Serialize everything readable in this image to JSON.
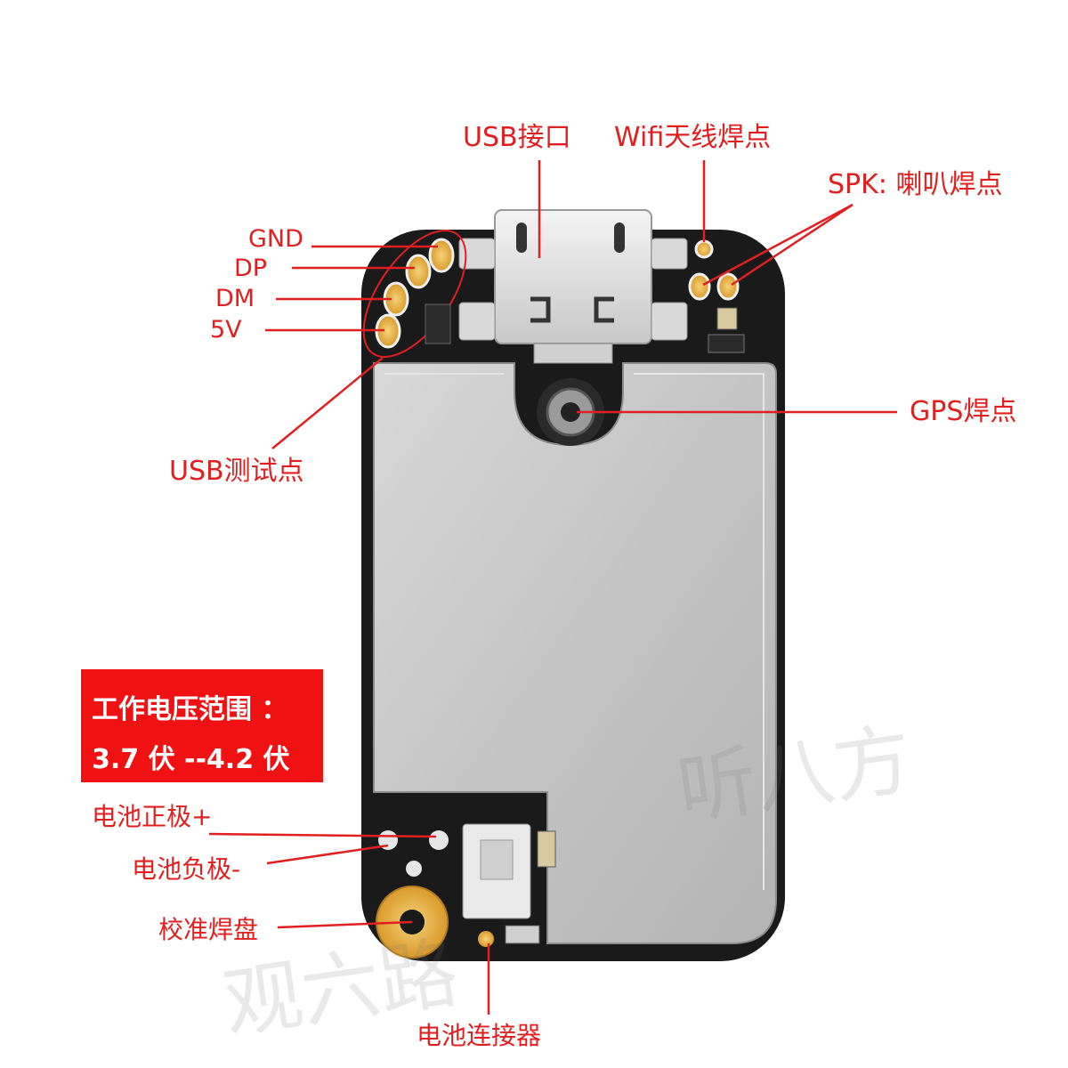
{
  "labels": {
    "usb_port": "USB接口",
    "wifi_antenna": "Wifi天线焊点",
    "speaker": "SPK: 喇叭焊点",
    "gnd": "GND",
    "dp": "DP",
    "dm": "DM",
    "v5": "5V",
    "usb_test": "USB测试点",
    "gps": "GPS焊点",
    "battery_positive": "电池正极+",
    "battery_negative": "电池负极-",
    "calibration_pad": "校准焊盘",
    "battery_connector": "电池连接器"
  },
  "voltage_box": {
    "line1": "工作电压范围 ：",
    "line2": "3.7 伏 --4.2 伏"
  },
  "watermark": {
    "text_right": "听八方",
    "text_left": "观六路"
  },
  "colors": {
    "label_red": "#e02020",
    "box_red": "#f01212",
    "pcb_black": "#1a1a1a",
    "shield_silver": "#c9c9c9",
    "pad_gold": "#e8b24a"
  }
}
